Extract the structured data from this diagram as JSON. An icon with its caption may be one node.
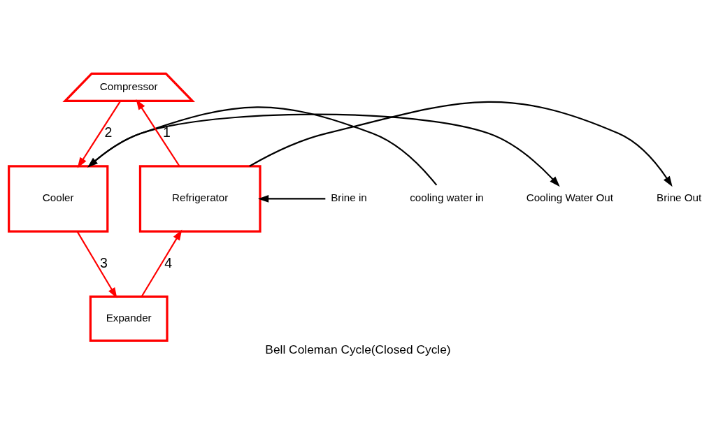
{
  "diagram": {
    "caption": "Bell Coleman Cycle(Closed Cycle)",
    "nodes": [
      {
        "text": [
          "Compressor"
        ]
      },
      {
        "text": [
          "Cooler"
        ]
      },
      {
        "text": [
          "Refrigerator"
        ]
      },
      {
        "text": [
          "Expander"
        ]
      },
      {
        "text": [
          "cooling water in"
        ]
      },
      {
        "text": [
          "Cooling Water Out"
        ]
      },
      {
        "text": [
          "Brine Out"
        ]
      },
      {
        "text": [
          "Brine in"
        ]
      }
    ],
    "edges": [
      {
        "from": 2,
        "to": 0,
        "arrow": "to",
        "label": "1",
        "color": "#ff0000"
      },
      {
        "from": 0,
        "to": 1,
        "arrow": "to",
        "label": "2",
        "color": "#ff0000"
      },
      {
        "from": 1,
        "to": 3,
        "arrow": "to",
        "label": "3",
        "color": "#ff0000"
      },
      {
        "from": 3,
        "to": 2,
        "arrow": "to",
        "label": "4",
        "color": "#ff0000"
      },
      {
        "from": 4,
        "to": 1,
        "arrow": "to",
        "color": "#000000"
      },
      {
        "from": 1,
        "to": 5,
        "arrow": "to",
        "color": "#000000"
      },
      {
        "from": 2,
        "to": 6,
        "arrow": "to",
        "color": "#000000"
      },
      {
        "from": 7,
        "to": 2,
        "arrow": "to",
        "color": "#000000"
      }
    ]
  }
}
